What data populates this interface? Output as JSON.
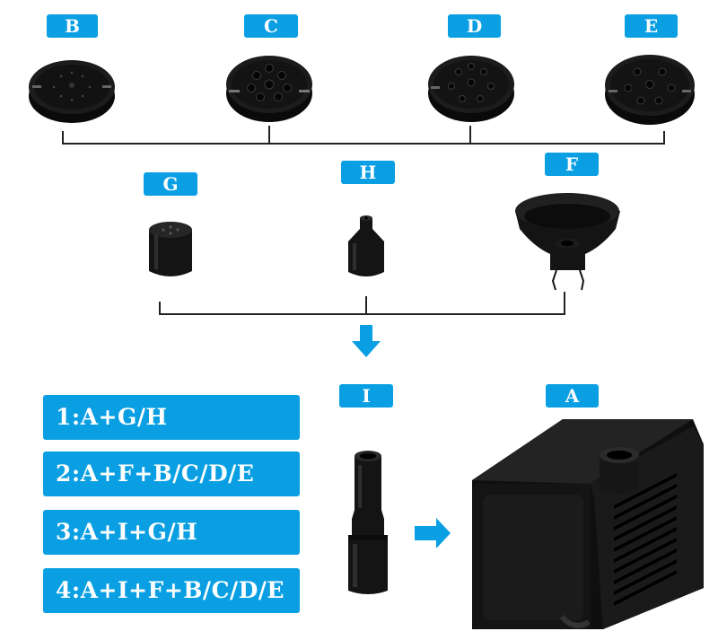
{
  "part_labels": {
    "a": "A",
    "b": "B",
    "c": "C",
    "d": "D",
    "e": "E",
    "f": "F",
    "g": "G",
    "h": "H",
    "i": "I"
  },
  "combinations": [
    "1:A+G/H",
    "2:A+F+B/C/D/E",
    "3:A+I+G/H",
    "4:A+I+F+B/C/D/E"
  ],
  "colors": {
    "accent": "#0a9fe3",
    "part": "#151515",
    "line": "#222222"
  }
}
